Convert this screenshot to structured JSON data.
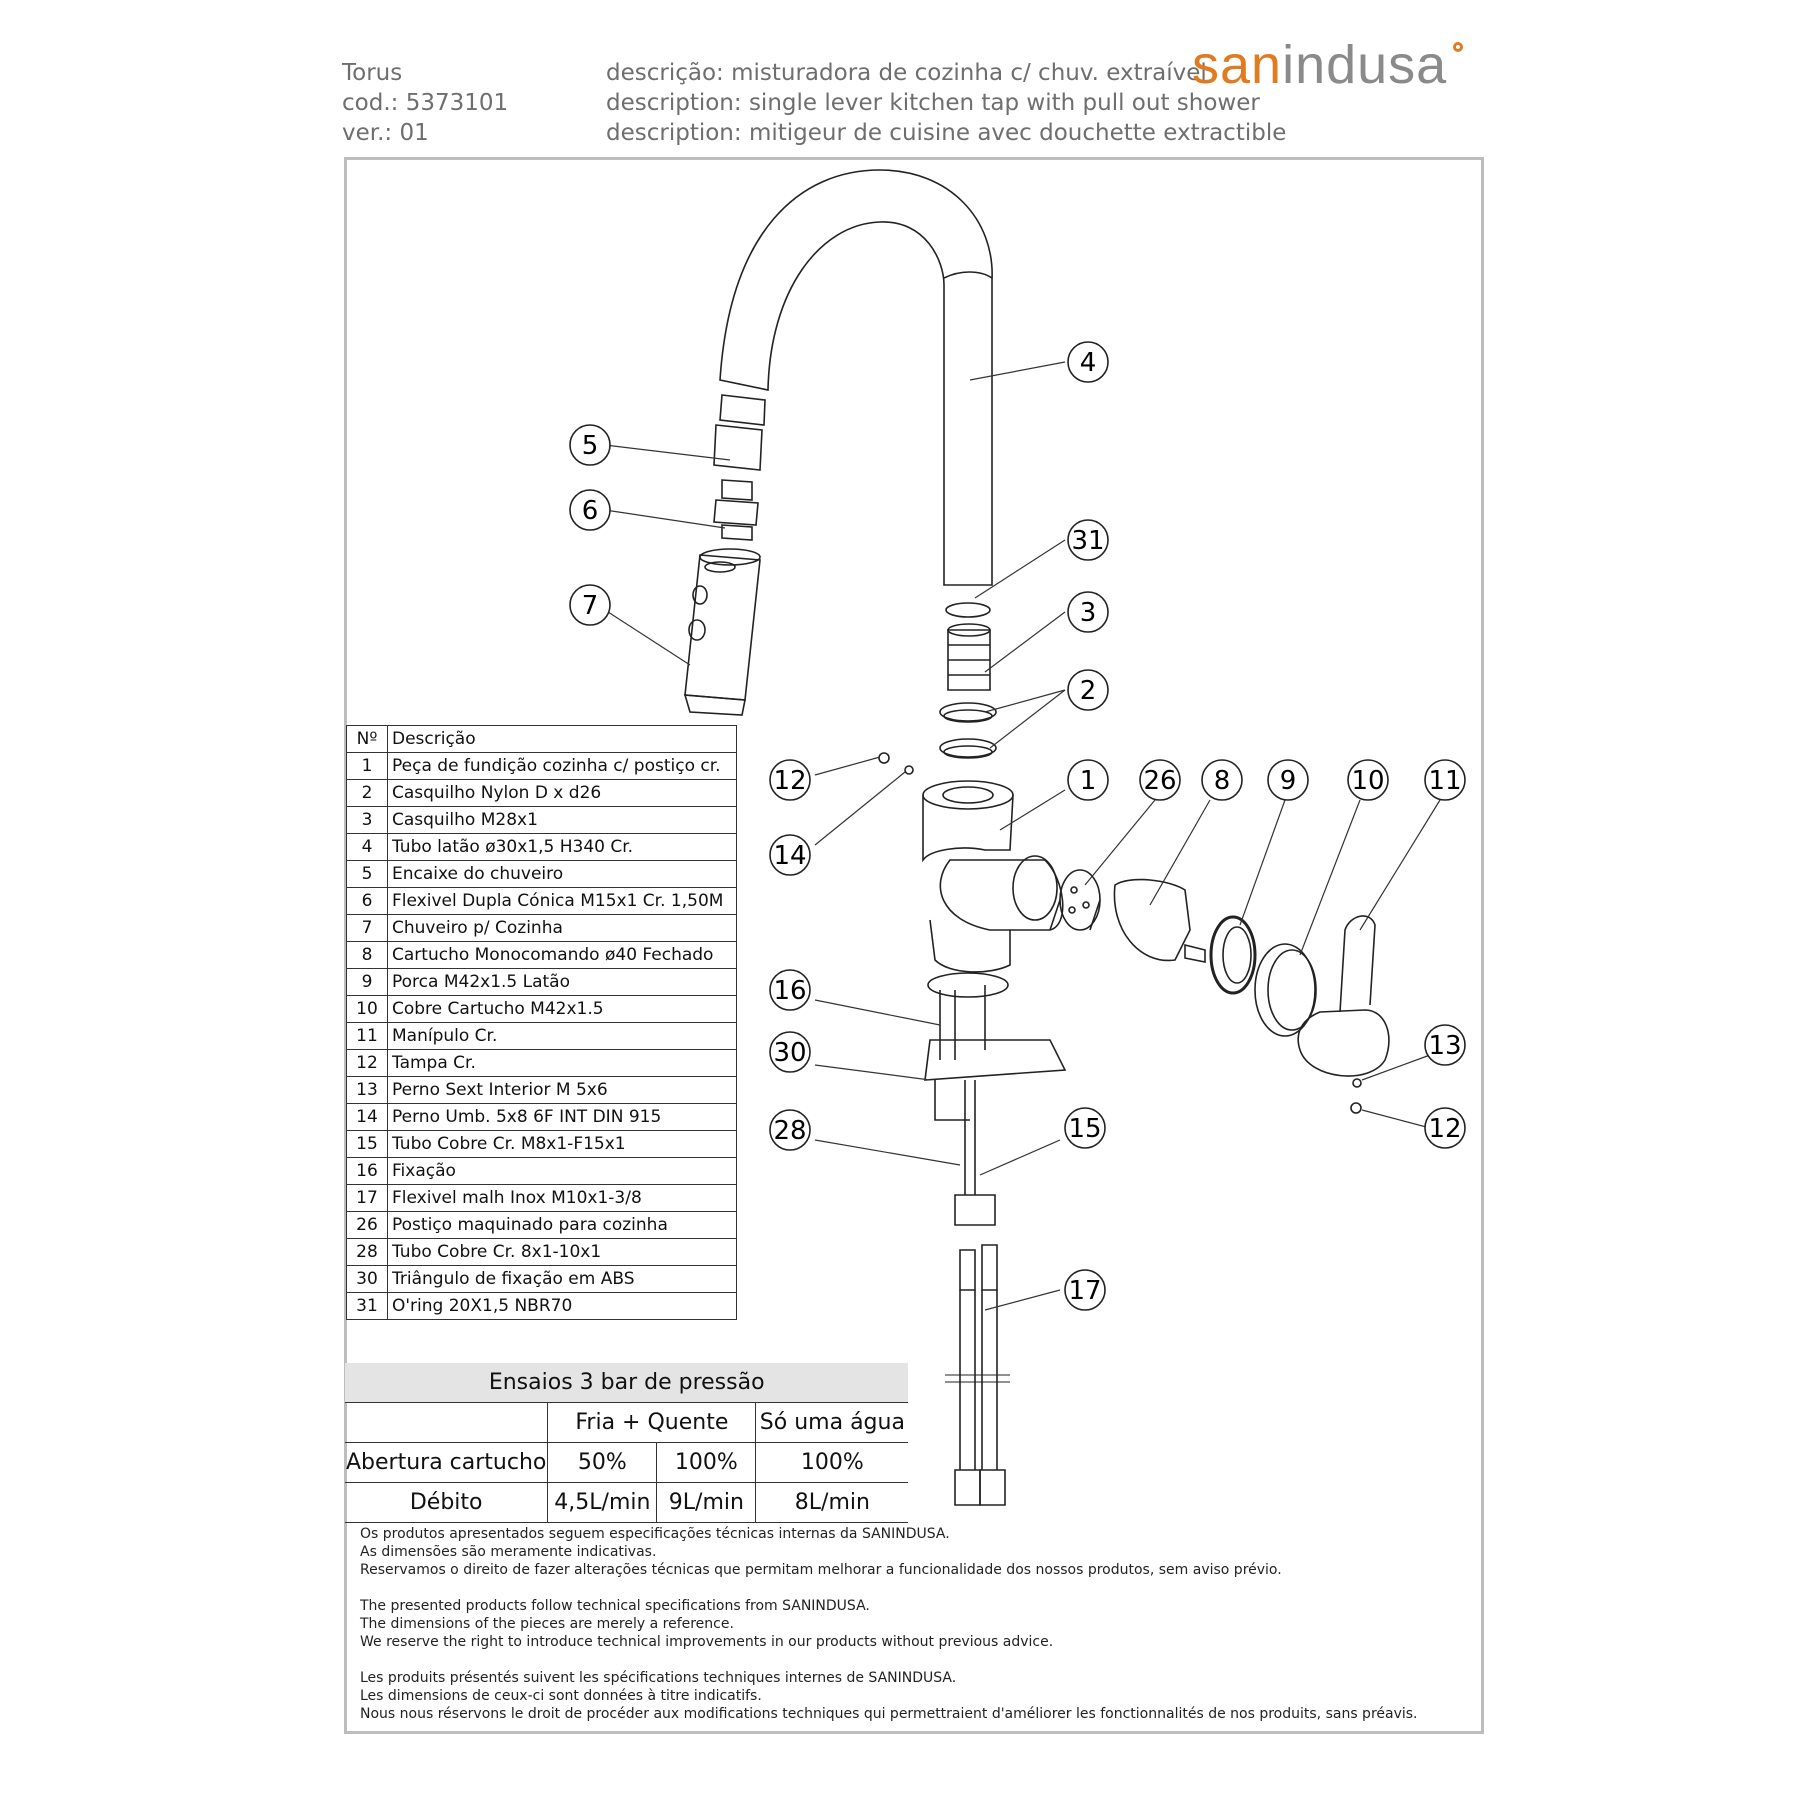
{
  "header": {
    "model": "Torus",
    "code": "cod.: 5373101",
    "version": "ver.: 01",
    "desc_pt": "descrição: misturadora de cozinha c/ chuv. extraível",
    "desc_en": "description: single lever kitchen tap with pull out shower",
    "desc_fr": "description: mitigeur de cuisine avec douchette extractible"
  },
  "brand": {
    "part1": "san",
    "part2": "indusa",
    "accent_color": "#e07b22",
    "gray_color": "#8a8a8a"
  },
  "callouts": [
    "4",
    "5",
    "6",
    "31",
    "3",
    "7",
    "2",
    "12",
    "1",
    "26",
    "8",
    "9",
    "10",
    "11",
    "14",
    "16",
    "30",
    "13",
    "28",
    "15",
    "12",
    "17"
  ],
  "parts_table": {
    "headers": [
      "Nº",
      "Descrição"
    ],
    "rows": [
      [
        "1",
        "Peça de fundição cozinha c/ postiço cr."
      ],
      [
        "2",
        "Casquilho  Nylon D  x d26"
      ],
      [
        "3",
        "Casquilho M28x1"
      ],
      [
        "4",
        "Tubo latão ø30x1,5 H340 Cr."
      ],
      [
        "5",
        "Encaixe do chuveiro"
      ],
      [
        "6",
        "Flexivel Dupla Cónica M15x1 Cr. 1,50M"
      ],
      [
        "7",
        "Chuveiro p/ Cozinha"
      ],
      [
        "8",
        "Cartucho Monocomando ø40 Fechado"
      ],
      [
        "9",
        "Porca M42x1.5 Latão"
      ],
      [
        "10",
        "Cobre Cartucho M42x1.5"
      ],
      [
        "11",
        "Manípulo Cr."
      ],
      [
        "12",
        "Tampa Cr."
      ],
      [
        "13",
        "Perno Sext Interior M 5x6"
      ],
      [
        "14",
        "Perno Umb.  5x8  6F INT DIN 915"
      ],
      [
        "15",
        "Tubo Cobre Cr. M8x1-F15x1"
      ],
      [
        "16",
        "Fixação"
      ],
      [
        "17",
        "Flexivel malh Inox M10x1-3/8"
      ],
      [
        "26",
        "Postiço maquinado para cozinha"
      ],
      [
        "28",
        "Tubo Cobre Cr. 8x1-10x1"
      ],
      [
        "30",
        "Triângulo de fixação em ABS"
      ],
      [
        "31",
        "O'ring 20X1,5  NBR70"
      ]
    ]
  },
  "tests": {
    "title": "Ensaios 3 bar de pressão",
    "col_hot_cold": "Fria + Quente",
    "col_single": "Só uma água",
    "row_opening_label": "Abertura cartucho",
    "opening": [
      "50%",
      "100%",
      "100%"
    ],
    "row_flow_label": "Débito",
    "flow": [
      "4,5L/min",
      "9L/min",
      "8L/min"
    ]
  },
  "notes": {
    "pt": [
      "Os produtos apresentados seguem especificações técnicas internas da SANINDUSA.",
      "As dimensões são meramente indicativas.",
      "Reservamos o direito de fazer alterações técnicas que permitam melhorar a funcionalidade dos nossos produtos, sem aviso prévio."
    ],
    "en": [
      "The presented products follow technical specifications from SANINDUSA.",
      "The dimensions of the pieces are merely a reference.",
      "We reserve the right to introduce technical improvements in our products without previous advice."
    ],
    "fr": [
      "Les produits présentés suivent les spécifications techniques internes de SANINDUSA.",
      "Les dimensions de ceux-ci sont données à titre indicatifs.",
      "Nous nous réservons le droit de procéder aux modifications techniques qui permettraient d'améliorer les fonctionnalités de nos produits, sans préavis."
    ]
  }
}
